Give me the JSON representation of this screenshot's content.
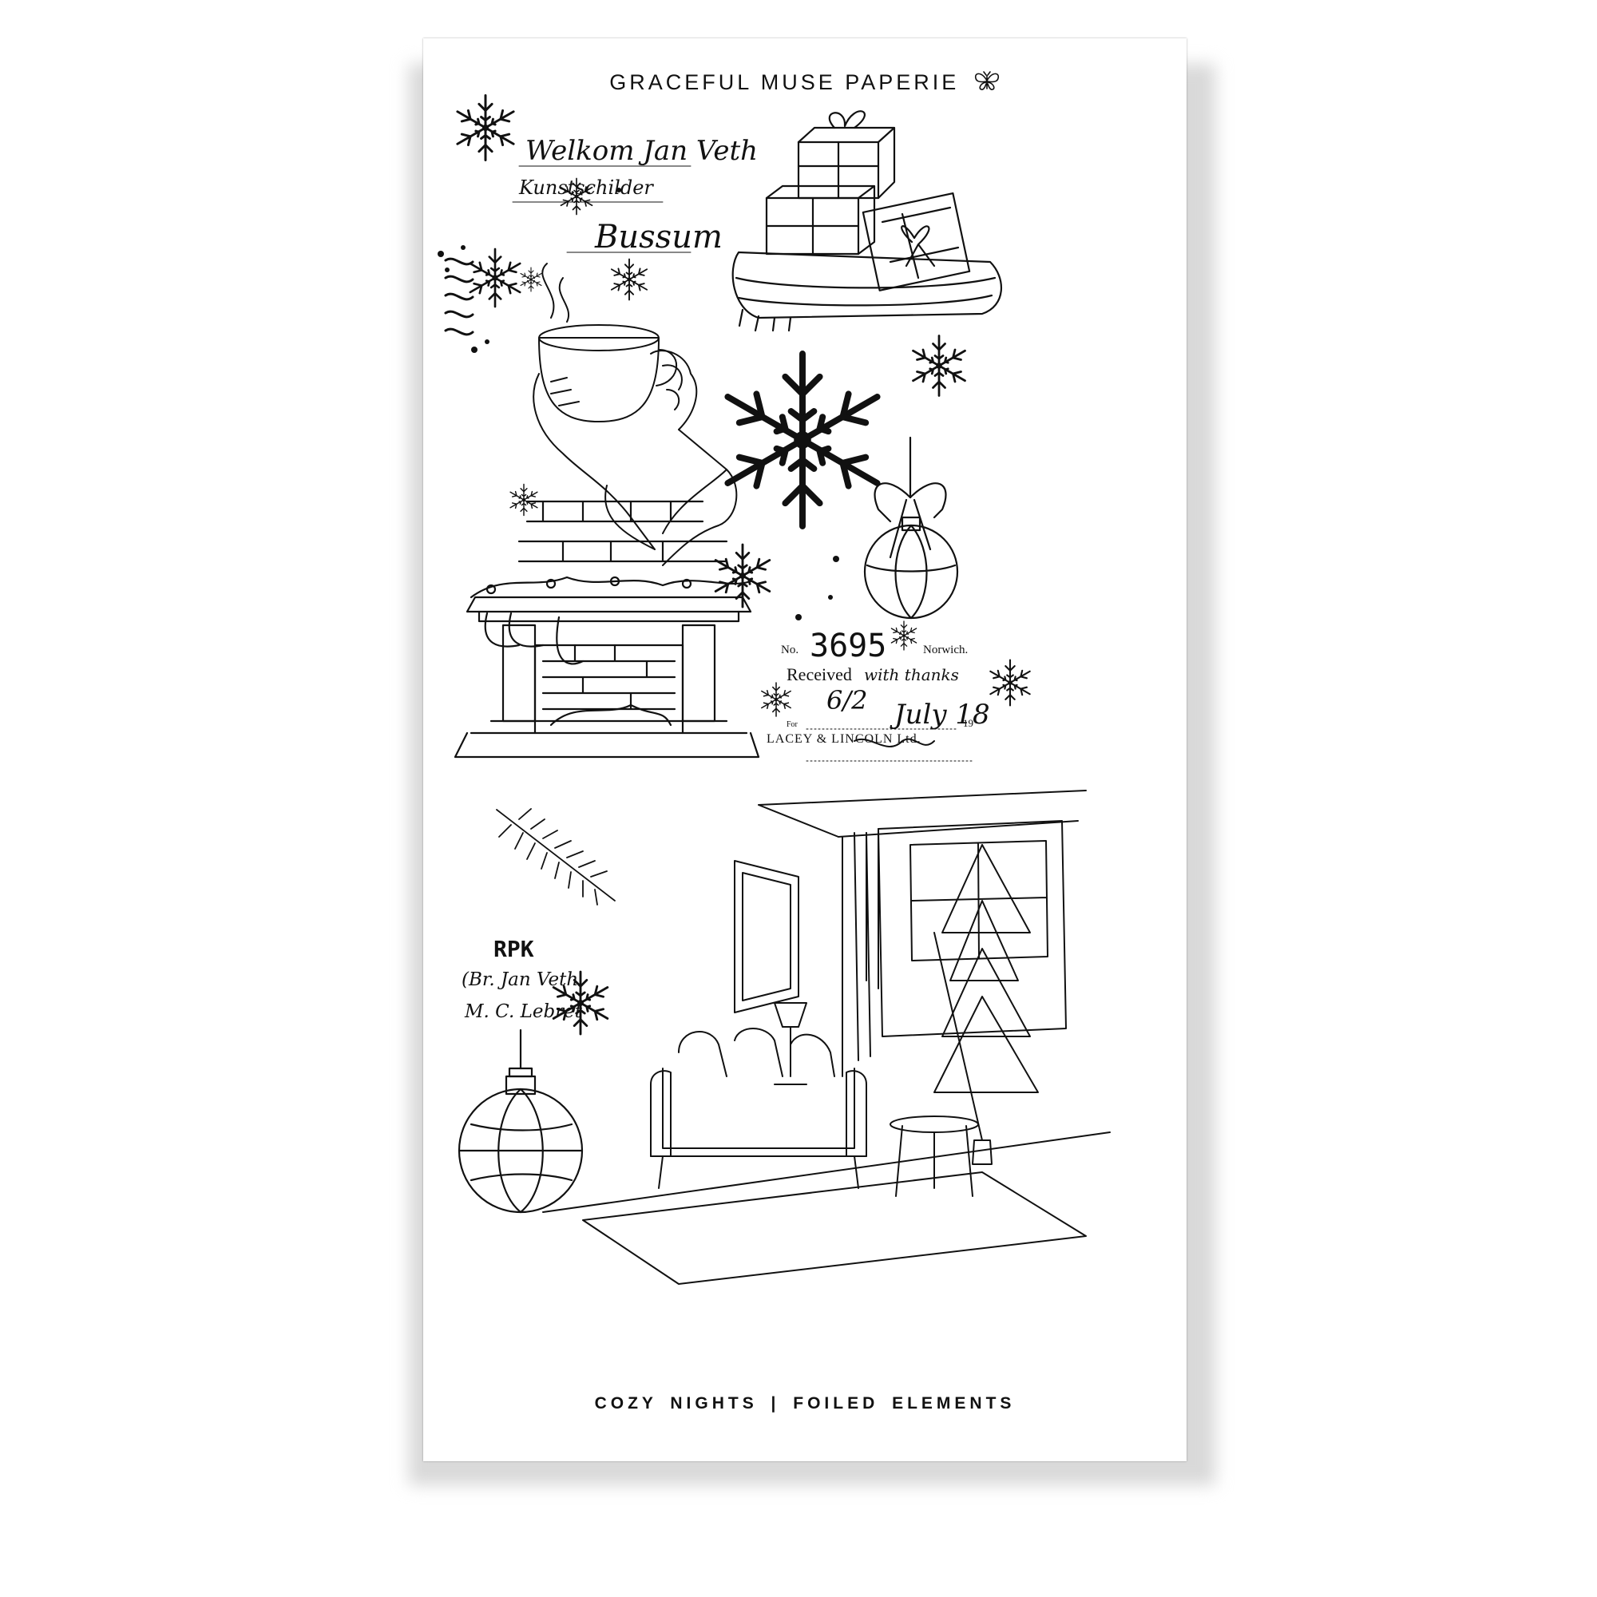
{
  "sheet": {
    "brand": "GRACEFUL MUSE PAPERIE",
    "brand_icon": "butterfly-icon",
    "footer": "COZY NIGHTS |  FOILED  ELEMENTS"
  },
  "stickers": {
    "script_note": {
      "line1": "Welkom Jan Veth",
      "line2": "Kunstschilder",
      "line3": "Bussum"
    },
    "receipt": {
      "number_label": "No.",
      "number": "3695",
      "city": "Norwich.",
      "received": "Received",
      "with_thanks": "with thanks",
      "amount": "6/2",
      "date": "July 18",
      "for_label": "For",
      "year": "19",
      "company": "LACEY & LINCOLN Ltd."
    },
    "rpk_note": {
      "line1": "RPK",
      "line2": "(Br. Jan Veth",
      "line3": "M. C. Lebret"
    }
  },
  "colors": {
    "ink": "#111111",
    "paper": "#ffffff",
    "shadow": "#d9d9d9"
  }
}
